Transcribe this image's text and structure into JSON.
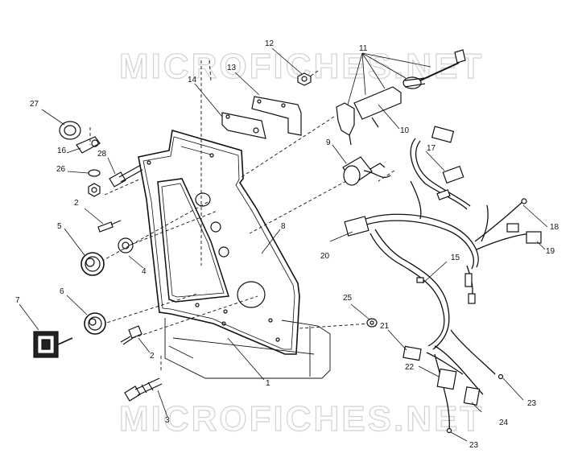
{
  "watermark": {
    "top_text": "MICROFICHES.NET",
    "bottom_text": "MICROFICHES.NET"
  },
  "callouts": {
    "c1": "1",
    "c2a": "2",
    "c2b": "2",
    "c3": "3",
    "c4": "4",
    "c5": "5",
    "c6": "6",
    "c7": "7",
    "c8": "8",
    "c9": "9",
    "c10": "10",
    "c11": "11",
    "c12": "12",
    "c13": "13",
    "c14": "14",
    "c15": "15",
    "c16": "16",
    "c17": "17",
    "c18": "18",
    "c19": "19",
    "c20": "20",
    "c21": "21",
    "c22": "22",
    "c23a": "23",
    "c23b": "23",
    "c24": "24",
    "c25": "25",
    "c26": "26",
    "c27": "27",
    "c28": "28"
  }
}
